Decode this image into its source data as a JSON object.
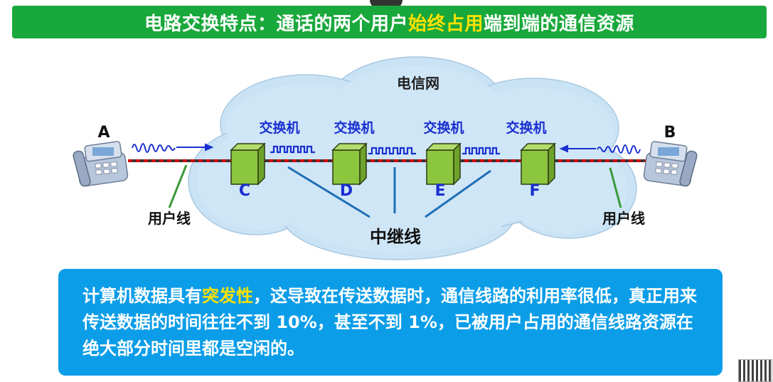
{
  "title": {
    "prefix": "电路交换特点：通话的两个用户",
    "highlight": "始终占用",
    "suffix": "端到端的通信资源"
  },
  "diagram": {
    "network_label": "电信网",
    "endpoint_left": "A",
    "endpoint_right": "B",
    "switch_label": "交换机",
    "switches": [
      "C",
      "D",
      "E",
      "F"
    ],
    "user_line_label": "用户线",
    "trunk_label": "中继线"
  },
  "info": {
    "part1": "计算机数据具有",
    "highlight": "突发性",
    "part2": "，这导致在传送数据时，通信线路的利用率很低，真正用来传送数据的时间往往不到 10%，甚至不到 1%，已被用户占用的通信线路资源在绝大部分时间里都是空闲的。"
  },
  "colors": {
    "title_bg": "#19a83b",
    "highlight": "#ffe100",
    "info_bg": "#0b9de8",
    "cloud": "#c9e3f5",
    "switch_green": "#8cc63f",
    "label_blue": "#1a2fd0",
    "trunk_blue": "#1f6fb5",
    "circuit_red": "#c00000",
    "user_line_green": "#3a9a3a"
  }
}
